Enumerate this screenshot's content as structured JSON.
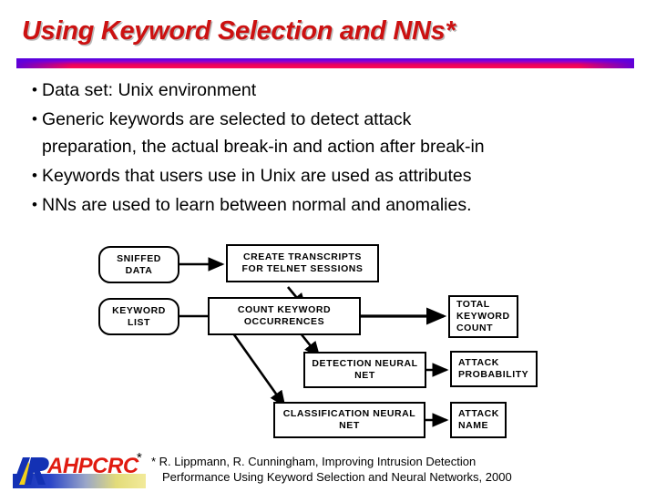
{
  "slide": {
    "title": "Using Keyword Selection and NNs*",
    "title_color": "#CC1111",
    "rule_colors": {
      "left": "#4800e0",
      "right": "#ff0b52"
    }
  },
  "bullets": [
    {
      "marker": "•",
      "text": "Data set: Unix environment",
      "continuation": ""
    },
    {
      "marker": "•",
      "text": "Generic keywords are selected to detect attack",
      "continuation": "preparation, the actual break-in and action after break-in"
    },
    {
      "marker": "•",
      "text": "Keywords that users use in Unix are used as attributes",
      "continuation": ""
    },
    {
      "marker": "•",
      "text": "NNs are used to learn between normal and anomalies.",
      "continuation": ""
    }
  ],
  "diagram": {
    "nodes": [
      {
        "id": "sniffed-data",
        "label": "SNIFFED\nDATA",
        "shape": "rounded",
        "align": "center"
      },
      {
        "id": "create-transcripts",
        "label": "CREATE TRANSCRIPTS\nFOR TELNET SESSIONS",
        "shape": "rect",
        "align": "center"
      },
      {
        "id": "keyword-list",
        "label": "KEYWORD\nLIST",
        "shape": "rounded",
        "align": "center"
      },
      {
        "id": "count-keyword-occurrences",
        "label": "COUNT KEYWORD\nOCCURRENCES",
        "shape": "rect",
        "align": "center"
      },
      {
        "id": "total-keyword-count",
        "label": "TOTAL\nKEYWORD\nCOUNT",
        "shape": "rect",
        "align": "left"
      },
      {
        "id": "detection-neural-net",
        "label": "DETECTION NEURAL\nNET",
        "shape": "rect",
        "align": "center"
      },
      {
        "id": "attack-probability",
        "label": "ATTACK\nPROBABILITY",
        "shape": "rect",
        "align": "left"
      },
      {
        "id": "classification-neural-net",
        "label": "CLASSIFICATION NEURAL\nNET",
        "shape": "rect",
        "align": "center"
      },
      {
        "id": "attack-name",
        "label": "ATTACK\nNAME",
        "shape": "rect",
        "align": "left"
      }
    ],
    "edges": [
      {
        "from": "sniffed-data",
        "to": "create-transcripts"
      },
      {
        "from": "create-transcripts",
        "to": "count-keyword-occurrences"
      },
      {
        "from": "keyword-list",
        "to": "count-keyword-occurrences"
      },
      {
        "from": "count-keyword-occurrences",
        "to": "total-keyword-count"
      },
      {
        "from": "count-keyword-occurrences",
        "to": "detection-neural-net"
      },
      {
        "from": "count-keyword-occurrences",
        "to": "classification-neural-net"
      },
      {
        "from": "detection-neural-net",
        "to": "attack-probability"
      },
      {
        "from": "classification-neural-net",
        "to": "attack-name"
      }
    ]
  },
  "footer": {
    "line1": "* R. Lippmann, R. Cunningham, Improving Intrusion Detection",
    "line2": "Performance Using Keyword Selection and Neural Networks, 2000"
  },
  "logo": {
    "wordmark": "AHPCRC",
    "mark_letters": "AR",
    "star": "*",
    "wordmark_color": "#E01B10"
  }
}
